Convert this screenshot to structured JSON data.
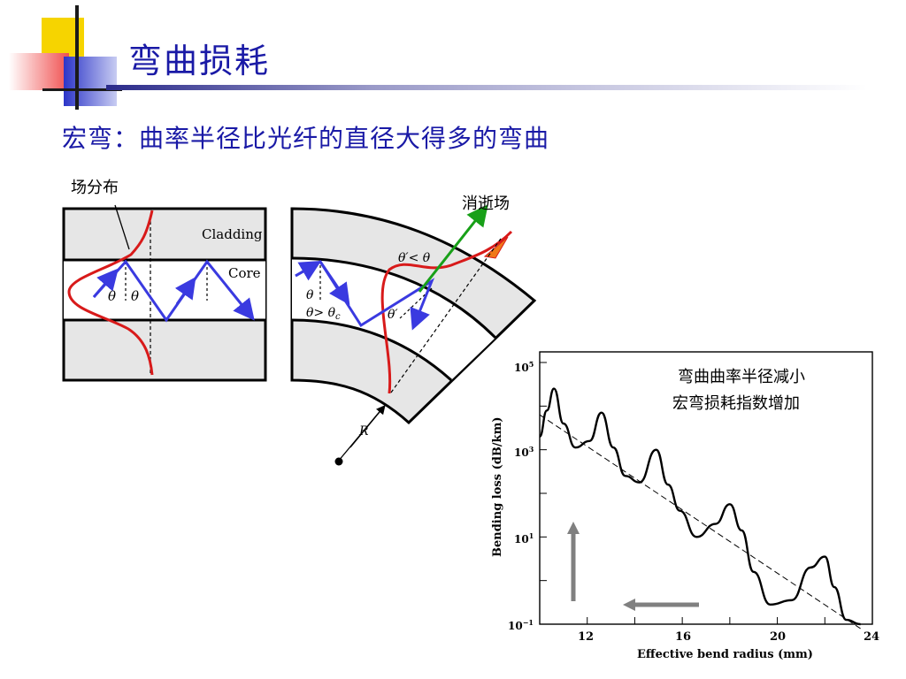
{
  "slide": {
    "title": "弯曲损耗",
    "subtitle": "宏弯：曲率半径比光纤的直径大得多的弯曲"
  },
  "diagram_left": {
    "field_label": "场分布",
    "cladding_label": "Cladding",
    "core_label": "Core",
    "theta1": "θ",
    "theta2": "θ"
  },
  "diagram_right": {
    "evanescent_label": "消逝场",
    "theta_prime_cond": "θ′< θ",
    "theta_label": "θ",
    "theta_gt": "θ> θ",
    "theta_c_sub": "c",
    "theta_prime": "θ′",
    "radius_label": "R"
  },
  "colors": {
    "ray": "#3a3ae0",
    "field": "#d81a1a",
    "escape": "#18a018",
    "title": "#1a1aa6"
  },
  "chart_data": {
    "type": "line",
    "xlabel": "Effective bend radius (mm)",
    "ylabel": "Bending loss (dB/km)",
    "x_ticks": [
      "12",
      "16",
      "20",
      "24"
    ],
    "y_ticks": [
      "10",
      "10",
      "10"
    ],
    "y_ticks_exp": [
      "5",
      "3",
      "1"
    ],
    "y_bottom_label": "10",
    "y_bottom_exp": "−1",
    "xlim": [
      10,
      24
    ],
    "y_log": true,
    "ylim_log10": [
      -1,
      5
    ],
    "annotation_line1": "弯曲曲率半径减小",
    "annotation_line2": "宏弯损耗指数增加",
    "series": [
      {
        "x": [
          10,
          10.3,
          10.6,
          11.0,
          11.5,
          12.1,
          12.6,
          13.1,
          13.6,
          14.2,
          14.9,
          15.4,
          15.9,
          16.6,
          17.4,
          18.0,
          18.5,
          19.0,
          19.7,
          20.6,
          21.4,
          22.0,
          22.4,
          22.9,
          23.5
        ],
        "y_log10": [
          3.3,
          3.9,
          4.4,
          3.6,
          3.05,
          3.2,
          3.85,
          3.05,
          2.4,
          2.25,
          3.0,
          2.2,
          1.6,
          1.0,
          1.3,
          1.75,
          1.15,
          0.2,
          -0.55,
          -0.45,
          0.3,
          0.55,
          -0.15,
          -0.9,
          -1.0
        ]
      },
      {
        "x": [
          10,
          23.5
        ],
        "y_log10": [
          3.8,
          -1.1
        ]
      }
    ]
  }
}
